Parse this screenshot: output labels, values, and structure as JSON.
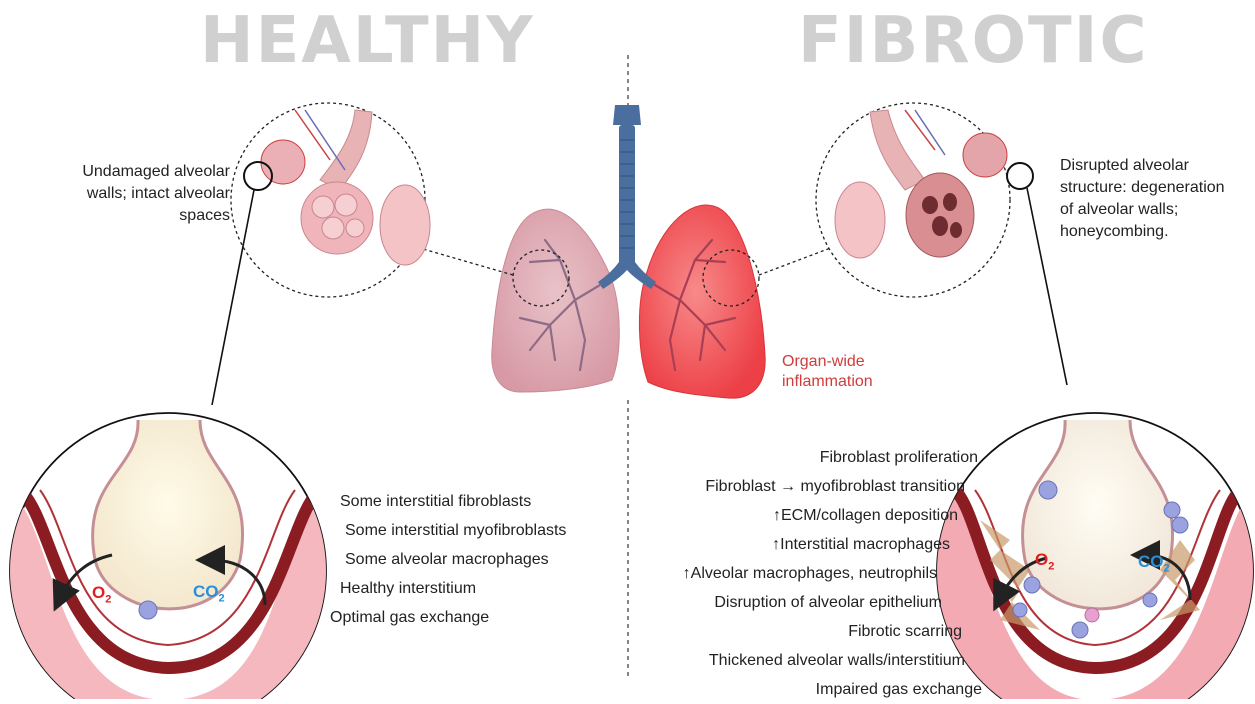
{
  "titles": {
    "left": "HEALTHY",
    "right": "FIBROTIC"
  },
  "descriptions": {
    "healthy": [
      "Undamaged alveolar",
      "walls; intact alveolar",
      "spaces"
    ],
    "fibrotic": [
      "Disrupted alveolar",
      "structure: degeneration",
      "of alveolar walls;",
      "honeycombing."
    ]
  },
  "inflammation_note": [
    "Organ-wide",
    "inflammation"
  ],
  "healthy_features": [
    "Some interstitial fibroblasts",
    "Some interstitial myofibroblasts",
    "Some alveolar macrophages",
    "Healthy interstitium",
    "Optimal gas exchange"
  ],
  "fibrotic_features": [
    "Fibroblast proliferation",
    "Fibroblast → myofibroblast transition",
    "↑ECM/collagen deposition",
    "↑Interstitial macrophages",
    "↑Alveolar macrophages, neutrophils",
    "Disruption of alveolar epithelium",
    "Fibrotic scarring",
    "Thickened alveolar walls/interstitium",
    "Impaired gas exchange"
  ],
  "gas_labels": {
    "oxygen": "O",
    "oxygen_sub": "2",
    "carbon_dioxide": "CO",
    "carbon_dioxide_sub": "2"
  },
  "colors": {
    "title": "#d0d0d0",
    "healthy_lung": "#e7b8c0",
    "fibrotic_lung": "#f2555a",
    "trachea": "#4a6e9e",
    "oxygen": "#e02020",
    "carbon_dioxide": "#2a8fd8",
    "vessel_wall": "#8a1c22",
    "inflammation_text": "#d23b3b"
  }
}
